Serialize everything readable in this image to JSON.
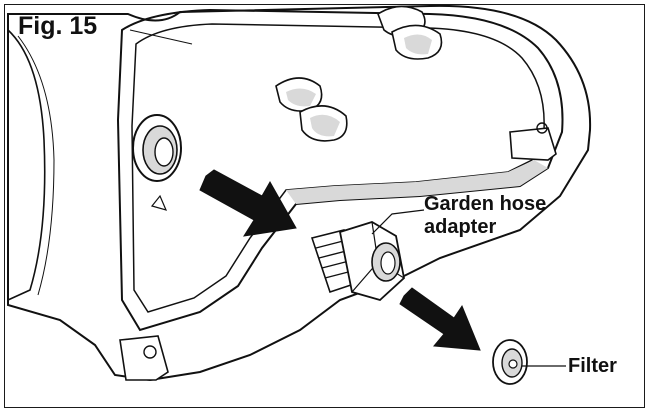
{
  "figure": {
    "title": "Fig. 15"
  },
  "callouts": {
    "adapter_line1": "Garden hose",
    "adapter_line2": "adapter",
    "filter": "Filter"
  },
  "colors": {
    "ink": "#111111",
    "shade": "#d9d9d9",
    "paper": "#ffffff"
  }
}
